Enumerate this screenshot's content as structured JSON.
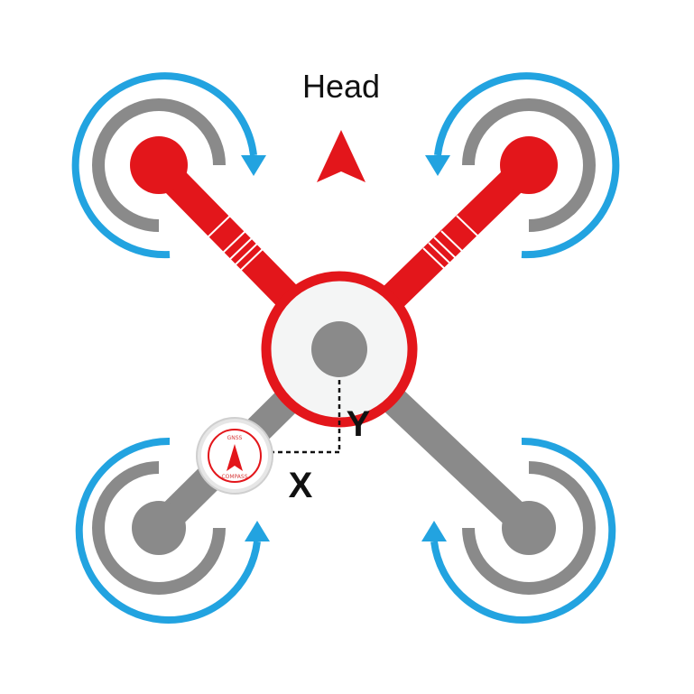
{
  "diagram": {
    "heading_label": "Head",
    "axis_x_label": "X",
    "axis_y_label": "Y",
    "gps_module": {
      "top_text": "GNSS",
      "bottom_text": "COMPASS"
    }
  },
  "colors": {
    "front_arm": "#e3161b",
    "rear_arm": "#8a8a8a",
    "rotation_arrow": "#22a3e0",
    "prop_arc": "#8a8a8a",
    "body_center": "#f4f5f5",
    "dim_line": "#111111"
  },
  "motors": [
    {
      "position": "front-left",
      "rotation": "clockwise"
    },
    {
      "position": "front-right",
      "rotation": "counter-clockwise"
    },
    {
      "position": "rear-left",
      "rotation": "counter-clockwise"
    },
    {
      "position": "rear-right",
      "rotation": "clockwise"
    }
  ]
}
